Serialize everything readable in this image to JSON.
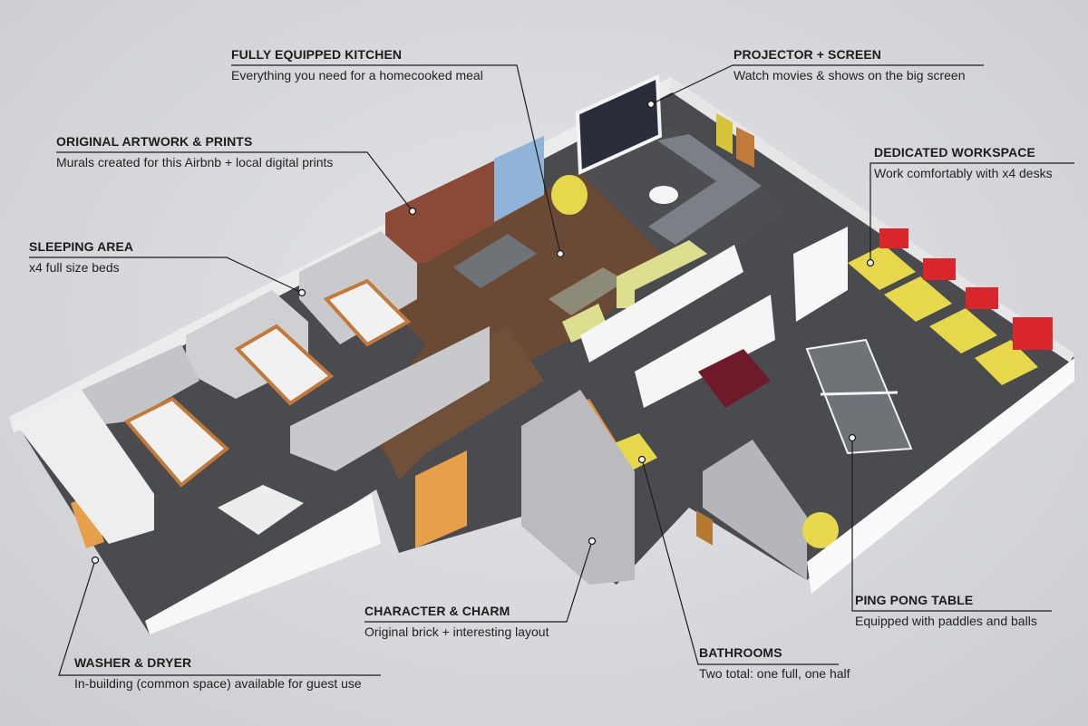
{
  "annotations": {
    "kitchen": {
      "title": "FULLY EQUIPPED KITCHEN",
      "desc": "Everything you need for a  homecooked meal"
    },
    "projector": {
      "title": "PROJECTOR + SCREEN",
      "desc": "Watch movies & shows on the big screen"
    },
    "artwork": {
      "title": "ORIGINAL ARTWORK & PRINTS",
      "desc": "Murals created for this Airbnb + local digital prints"
    },
    "workspace": {
      "title": "DEDICATED WORKSPACE",
      "desc": "Work comfortably with x4 desks"
    },
    "sleeping": {
      "title": "SLEEPING AREA",
      "desc": "x4 full size beds"
    },
    "character": {
      "title": "CHARACTER & CHARM",
      "desc": "Original brick + interesting layout"
    },
    "pingpong": {
      "title": "PING PONG TABLE",
      "desc": "Equipped with paddles and balls"
    },
    "bathrooms": {
      "title": "BATHROOMS",
      "desc": "Two total: one full, one half"
    },
    "washer": {
      "title": "WASHER & DRYER",
      "desc": "In-building (common space) available for guest use"
    }
  },
  "colors": {
    "wood": "#6b4a35",
    "carpet": "#4a4b4e",
    "wall": "#f2f2f2",
    "brick": "#b9bbbe",
    "yellow": "#e6d84a",
    "red": "#d8262a",
    "sofa": "#7b8087",
    "maroon": "#6e1a2a",
    "table": "#6e7378"
  }
}
